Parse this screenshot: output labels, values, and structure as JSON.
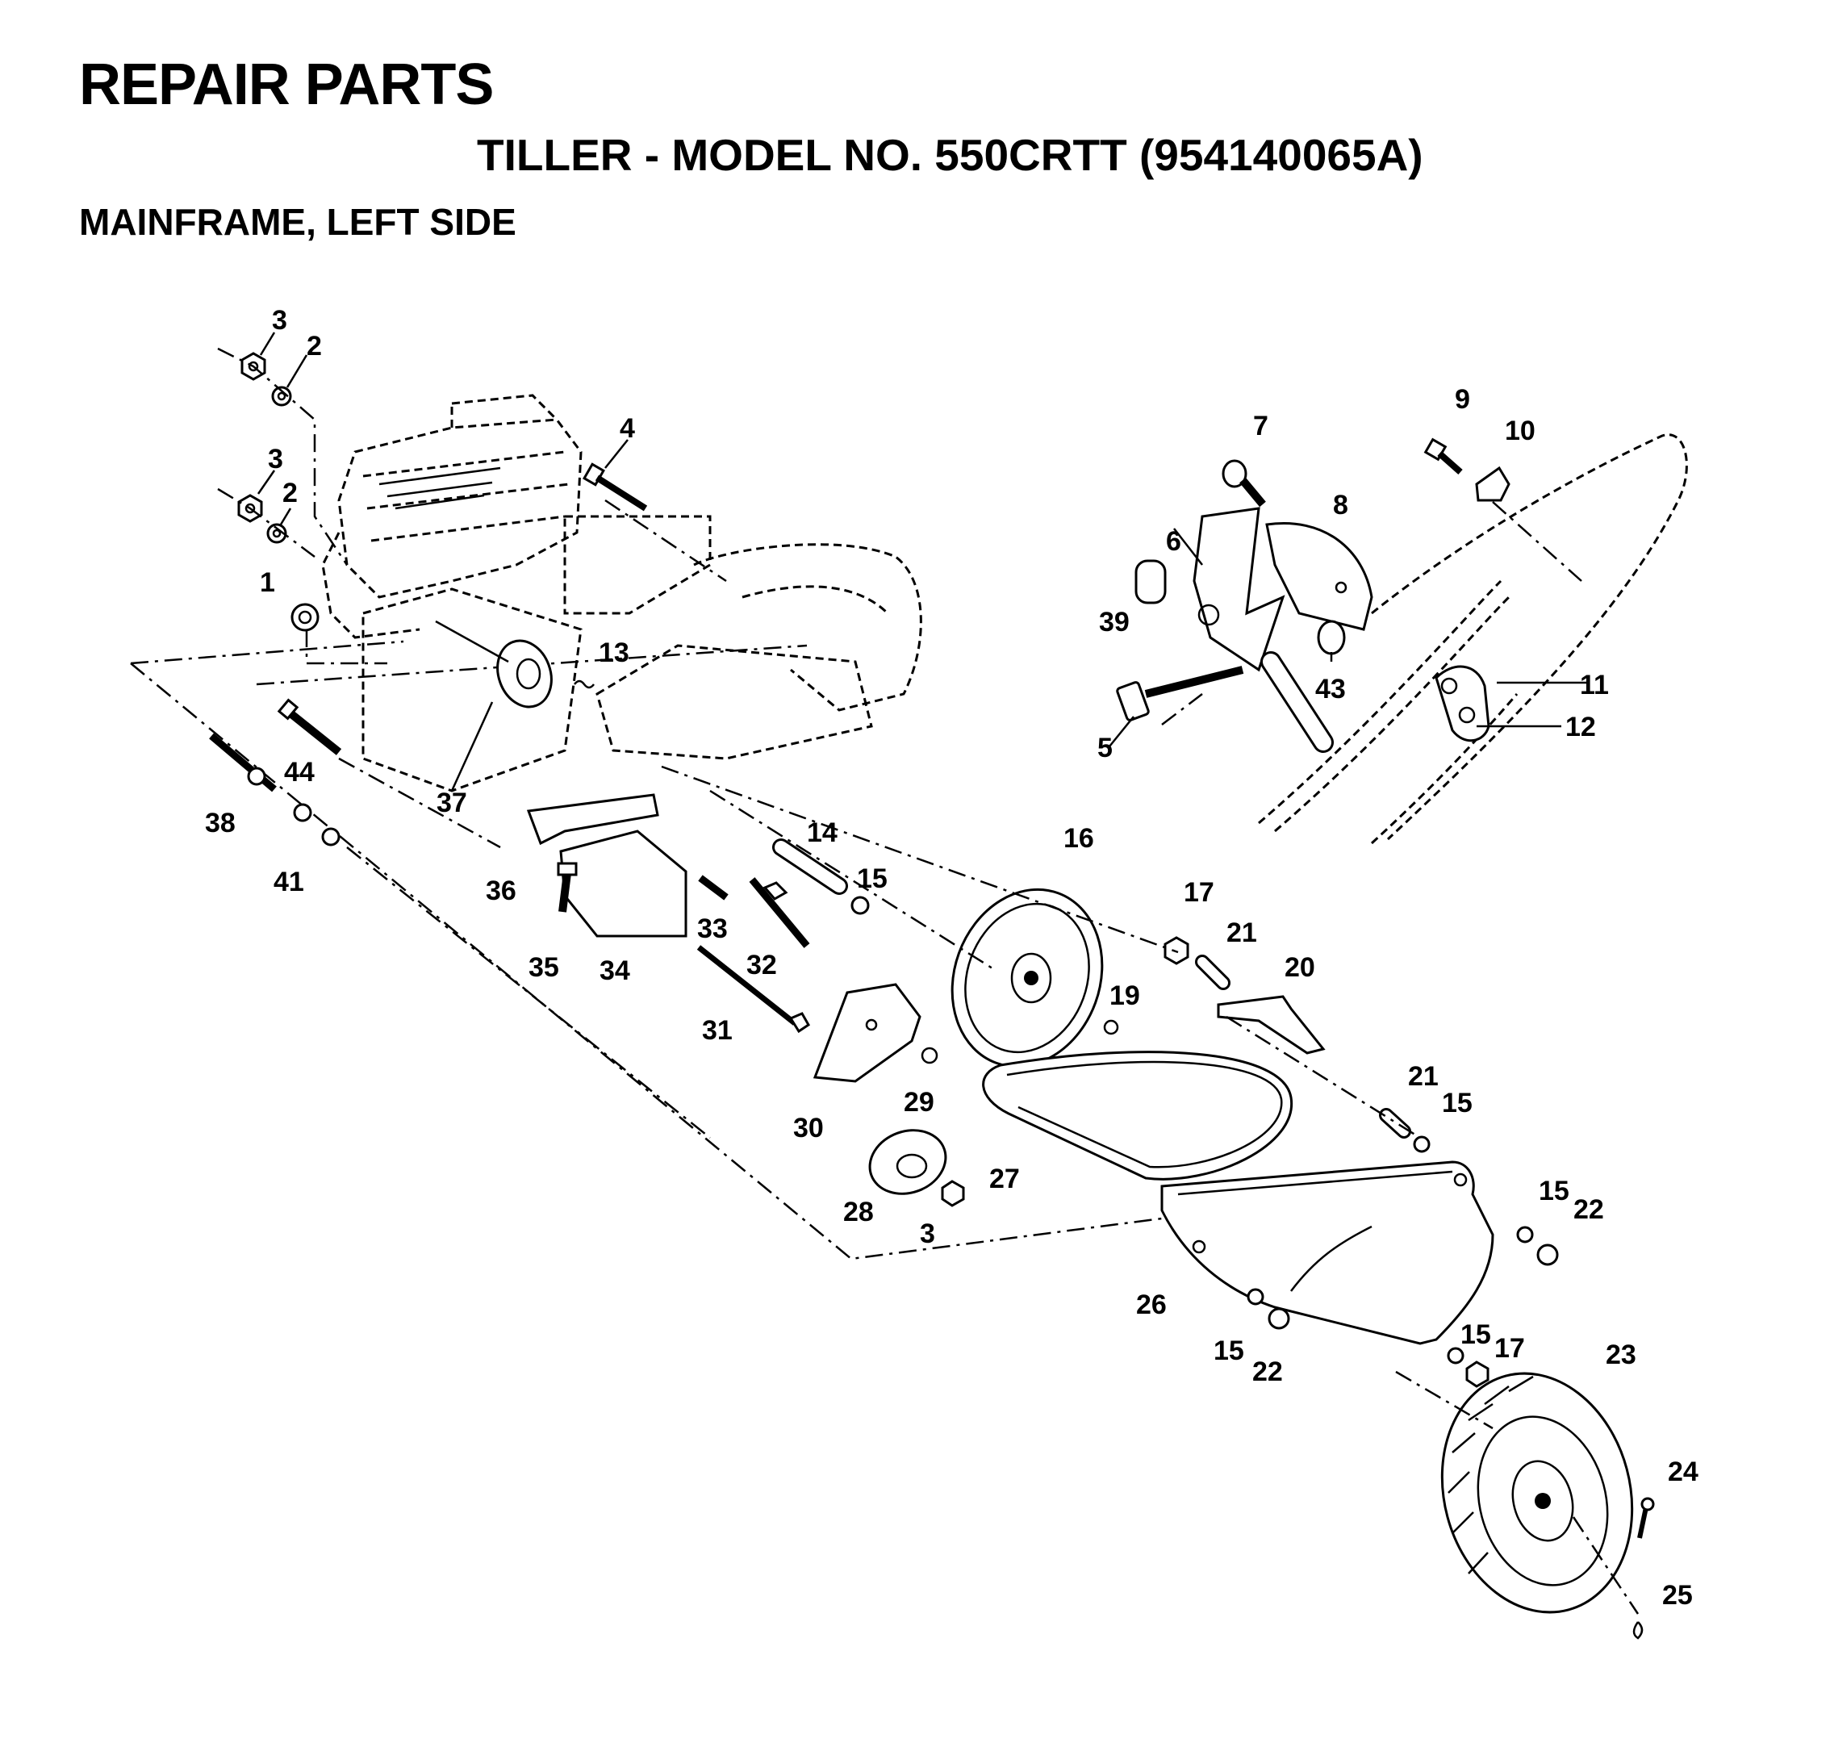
{
  "header": {
    "title": "REPAIR PARTS",
    "subtitle": "TILLER - MODEL NO. 550CRTT (954140065A)",
    "section": "MAINFRAME, LEFT SIDE"
  },
  "callouts": [
    {
      "id": "c3a",
      "text": "3"
    },
    {
      "id": "c2a",
      "text": "2"
    },
    {
      "id": "c3b",
      "text": "3"
    },
    {
      "id": "c2b",
      "text": "2"
    },
    {
      "id": "c1",
      "text": "1"
    },
    {
      "id": "c4",
      "text": "4"
    },
    {
      "id": "c13",
      "text": "13"
    },
    {
      "id": "c44",
      "text": "44"
    },
    {
      "id": "c37",
      "text": "37"
    },
    {
      "id": "c38",
      "text": "38"
    },
    {
      "id": "c41",
      "text": "41"
    },
    {
      "id": "c36",
      "text": "36"
    },
    {
      "id": "c14",
      "text": "14"
    },
    {
      "id": "c15a",
      "text": "15"
    },
    {
      "id": "c16",
      "text": "16"
    },
    {
      "id": "c33",
      "text": "33"
    },
    {
      "id": "c35",
      "text": "35"
    },
    {
      "id": "c34",
      "text": "34"
    },
    {
      "id": "c32",
      "text": "32"
    },
    {
      "id": "c31",
      "text": "31"
    },
    {
      "id": "c17a",
      "text": "17"
    },
    {
      "id": "c21a",
      "text": "21"
    },
    {
      "id": "c20",
      "text": "20"
    },
    {
      "id": "c19",
      "text": "19"
    },
    {
      "id": "c29",
      "text": "29"
    },
    {
      "id": "c30",
      "text": "30"
    },
    {
      "id": "c27",
      "text": "27"
    },
    {
      "id": "c28",
      "text": "28"
    },
    {
      "id": "c3c",
      "text": "3"
    },
    {
      "id": "c21b",
      "text": "21"
    },
    {
      "id": "c15b",
      "text": "15"
    },
    {
      "id": "c15c",
      "text": "15"
    },
    {
      "id": "c22a",
      "text": "22"
    },
    {
      "id": "c26",
      "text": "26"
    },
    {
      "id": "c15d",
      "text": "15"
    },
    {
      "id": "c22b",
      "text": "22"
    },
    {
      "id": "c15e",
      "text": "15"
    },
    {
      "id": "c17b",
      "text": "17"
    },
    {
      "id": "c23",
      "text": "23"
    },
    {
      "id": "c24",
      "text": "24"
    },
    {
      "id": "c25",
      "text": "25"
    },
    {
      "id": "c7",
      "text": "7"
    },
    {
      "id": "c9",
      "text": "9"
    },
    {
      "id": "c10",
      "text": "10"
    },
    {
      "id": "c8",
      "text": "8"
    },
    {
      "id": "c6",
      "text": "6"
    },
    {
      "id": "c39",
      "text": "39"
    },
    {
      "id": "c43",
      "text": "43"
    },
    {
      "id": "c11",
      "text": "11"
    },
    {
      "id": "c5",
      "text": "5"
    },
    {
      "id": "c12",
      "text": "12"
    }
  ]
}
